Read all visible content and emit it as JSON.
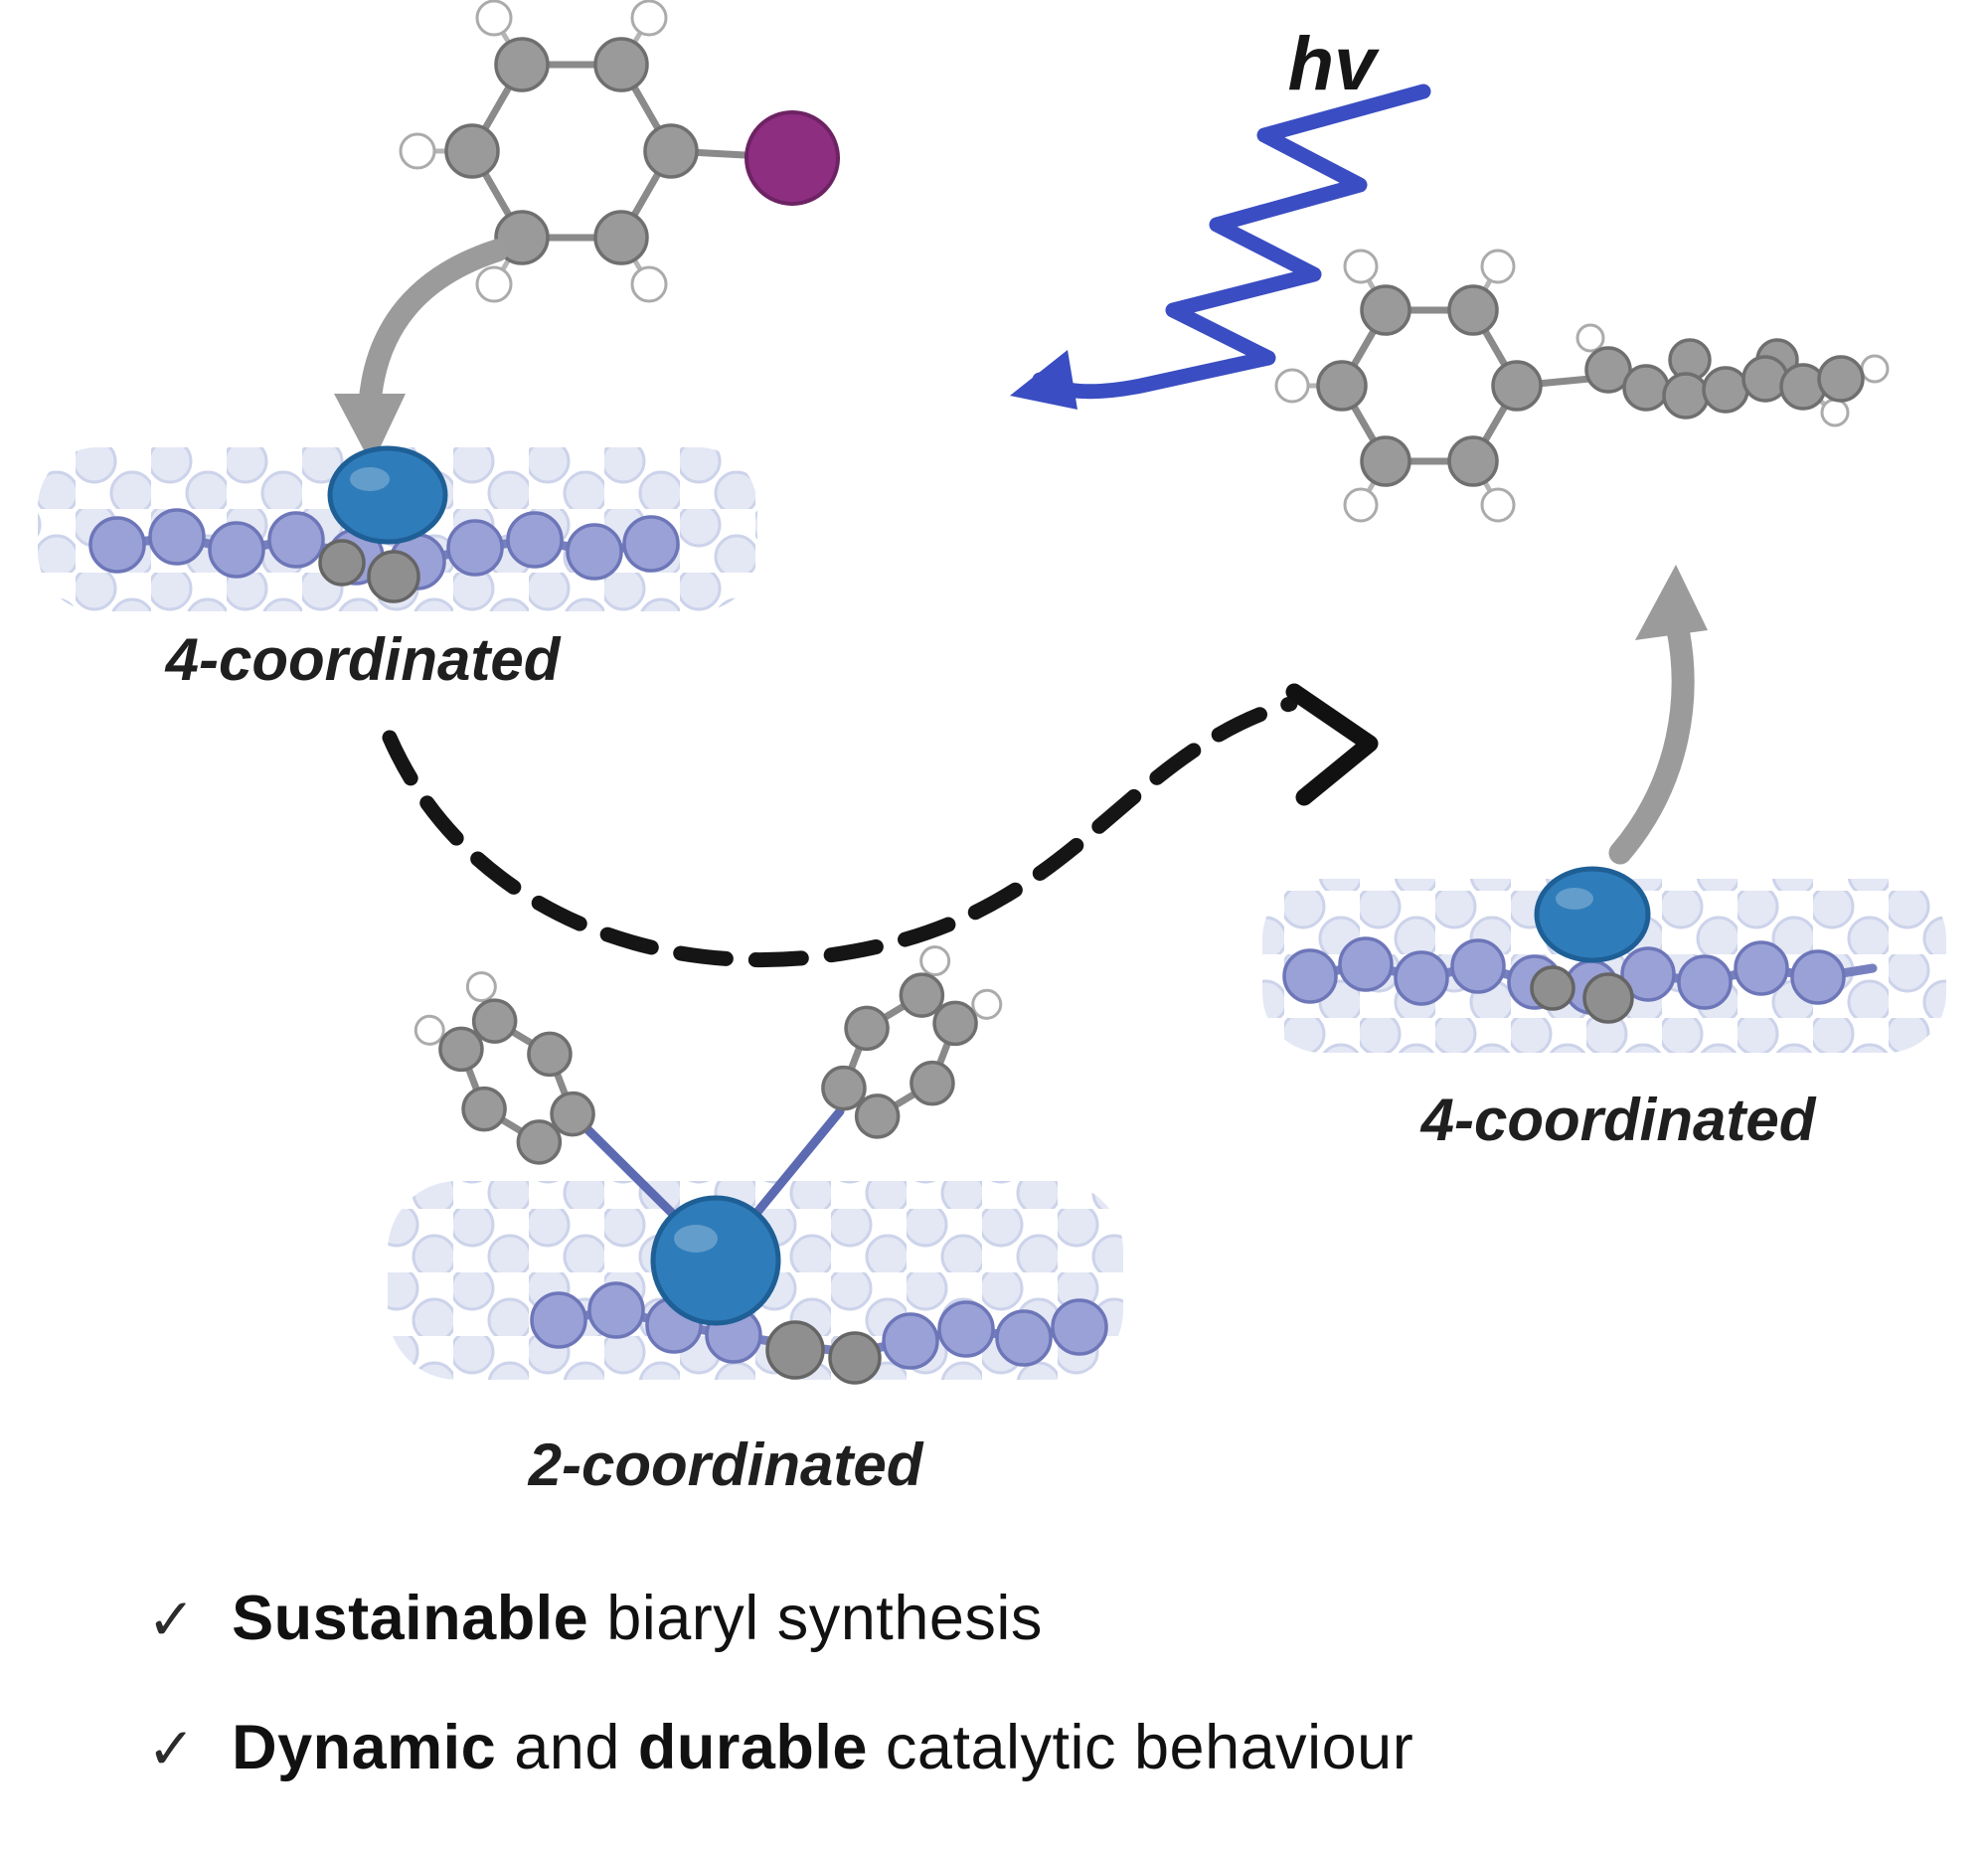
{
  "figure": {
    "photon_label": "hv",
    "labels": {
      "left_catalyst": "4-coordinated",
      "bottom_catalyst": "2-coordinated",
      "right_catalyst": "4-coordinated"
    }
  },
  "checklist": {
    "check_glyph": "✓",
    "items": [
      {
        "parts": [
          {
            "text": "Sustainable",
            "bold": true
          },
          {
            "text": " biaryl synthesis",
            "bold": false
          }
        ]
      },
      {
        "parts": [
          {
            "text": "Dynamic",
            "bold": true
          },
          {
            "text": " and ",
            "bold": false
          },
          {
            "text": "durable",
            "bold": true
          },
          {
            "text": " catalytic behaviour",
            "bold": false
          }
        ]
      }
    ]
  },
  "colors": {
    "metal_blue": "#2f7cba",
    "iodide_purple": "#8e2e80",
    "photon_blue": "#3a4dc2",
    "carbon_gray": "#9a9a9a",
    "ligand_blue": "#99a1d6"
  }
}
